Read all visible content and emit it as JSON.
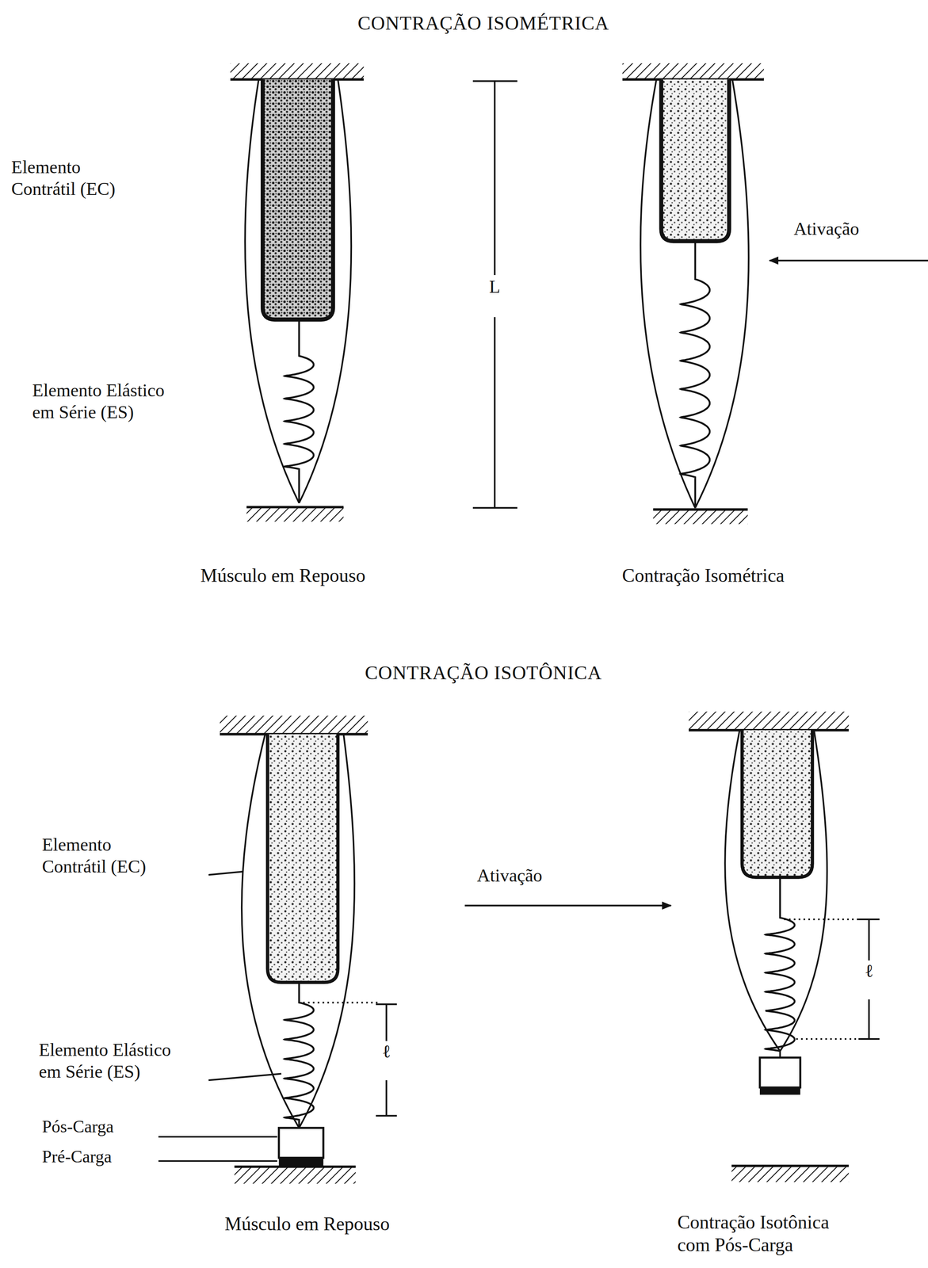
{
  "diagram": {
    "labels": [
      "CONTRAÇÃO ISOMÉTRICA",
      "Elemento Contrátil (EC)",
      "Ativação",
      "L",
      "Elemento Elástico em Série (ES)",
      "Músculo em Repouso",
      "Contração Isométrica",
      "CONTRAÇÃO ISOTÔNICA",
      "Elemento Contrátil (EC)",
      "Ativação",
      "Elemento Elástico em Série (ES)",
      "ℓ",
      "Pós-Carga",
      "Pré-Carga",
      "ℓ",
      "Músculo em Repouso",
      "Contração Isotônica com Pós-Carga"
    ]
  }
}
